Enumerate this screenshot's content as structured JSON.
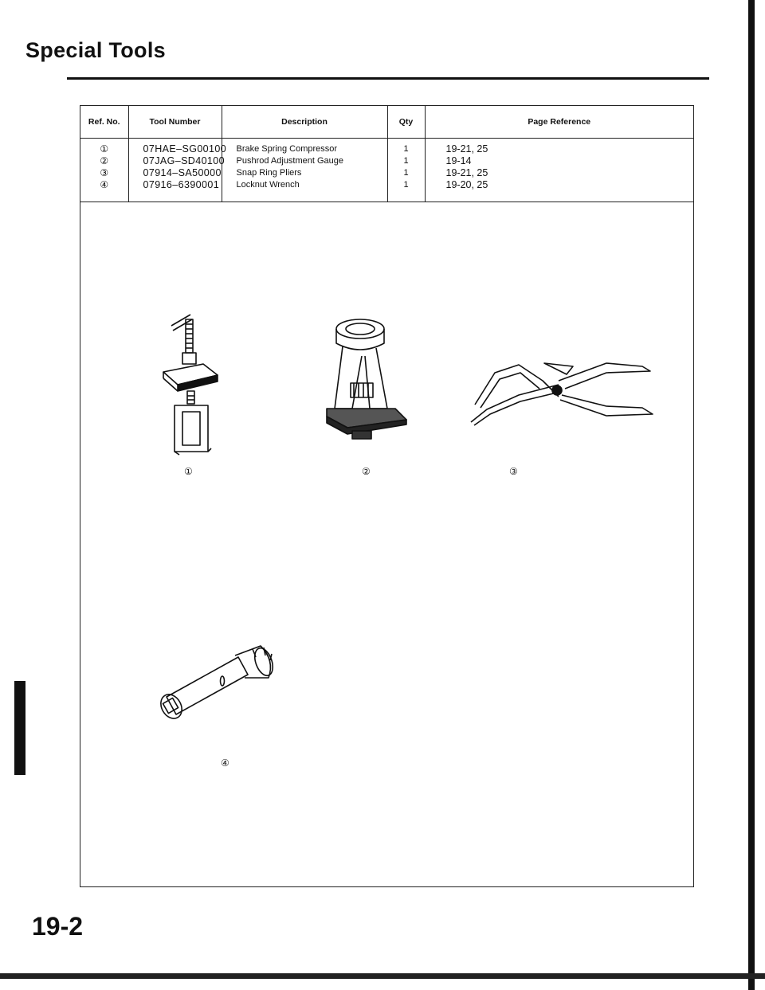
{
  "header": {
    "title": "Special Tools"
  },
  "table": {
    "columns": [
      "Ref. No.",
      "Tool Number",
      "Description",
      "Qty",
      "Page Reference"
    ],
    "ref_nos": [
      "①",
      "②",
      "③",
      "④"
    ],
    "tool_numbers": [
      "07HAE–SG00100",
      "07JAG–SD40100",
      "07914–SA50000",
      "07916–6390001"
    ],
    "descriptions": [
      "Brake Spring Compressor",
      "Pushrod Adjustment Gauge",
      "Snap Ring Pliers",
      "Locknut Wrench"
    ],
    "qty": [
      "1",
      "1",
      "1",
      "1"
    ],
    "page_refs": [
      "19-21, 25",
      "19-14",
      "19-21, 25",
      "19-20, 25"
    ]
  },
  "figures": {
    "label_1": "①",
    "label_2": "②",
    "label_3": "③",
    "label_4": "④"
  },
  "footer": {
    "page_number": "19-2"
  }
}
